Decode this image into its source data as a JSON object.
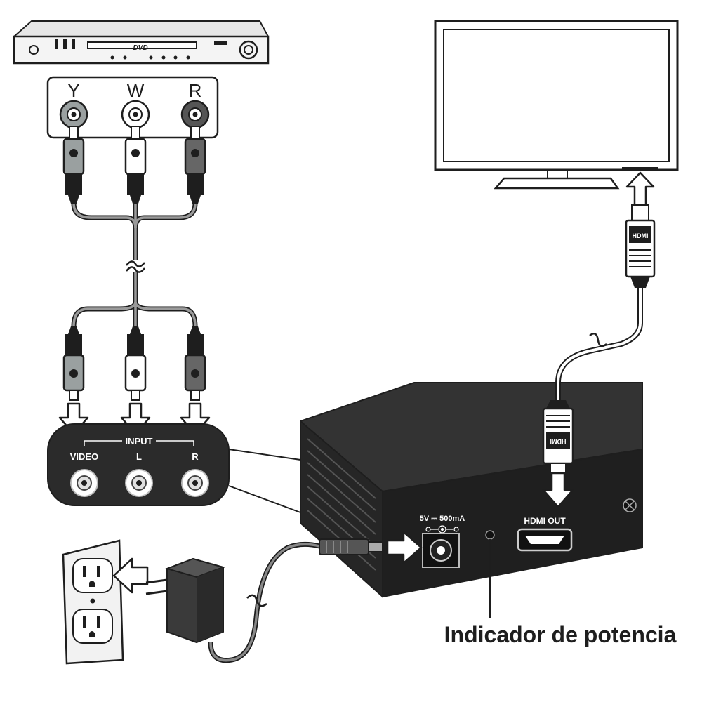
{
  "dvd_player": {
    "logo": "DVD"
  },
  "source_jacks": {
    "labels": [
      "Y",
      "W",
      "R"
    ]
  },
  "converter": {
    "input_group_label": "INPUT",
    "input_labels": [
      "VIDEO",
      "L",
      "R"
    ],
    "power_rating": "5V ⎓ 500mA",
    "hdmi_out_label": "HDMI OUT"
  },
  "hdmi_plug": {
    "logo": "HDMI"
  },
  "callout": {
    "label": "Indicador de potencia"
  },
  "colors": {
    "ink": "#1e1e1e",
    "box": "#2b2b2b",
    "cable": "#888888",
    "white": "#ffffff"
  }
}
